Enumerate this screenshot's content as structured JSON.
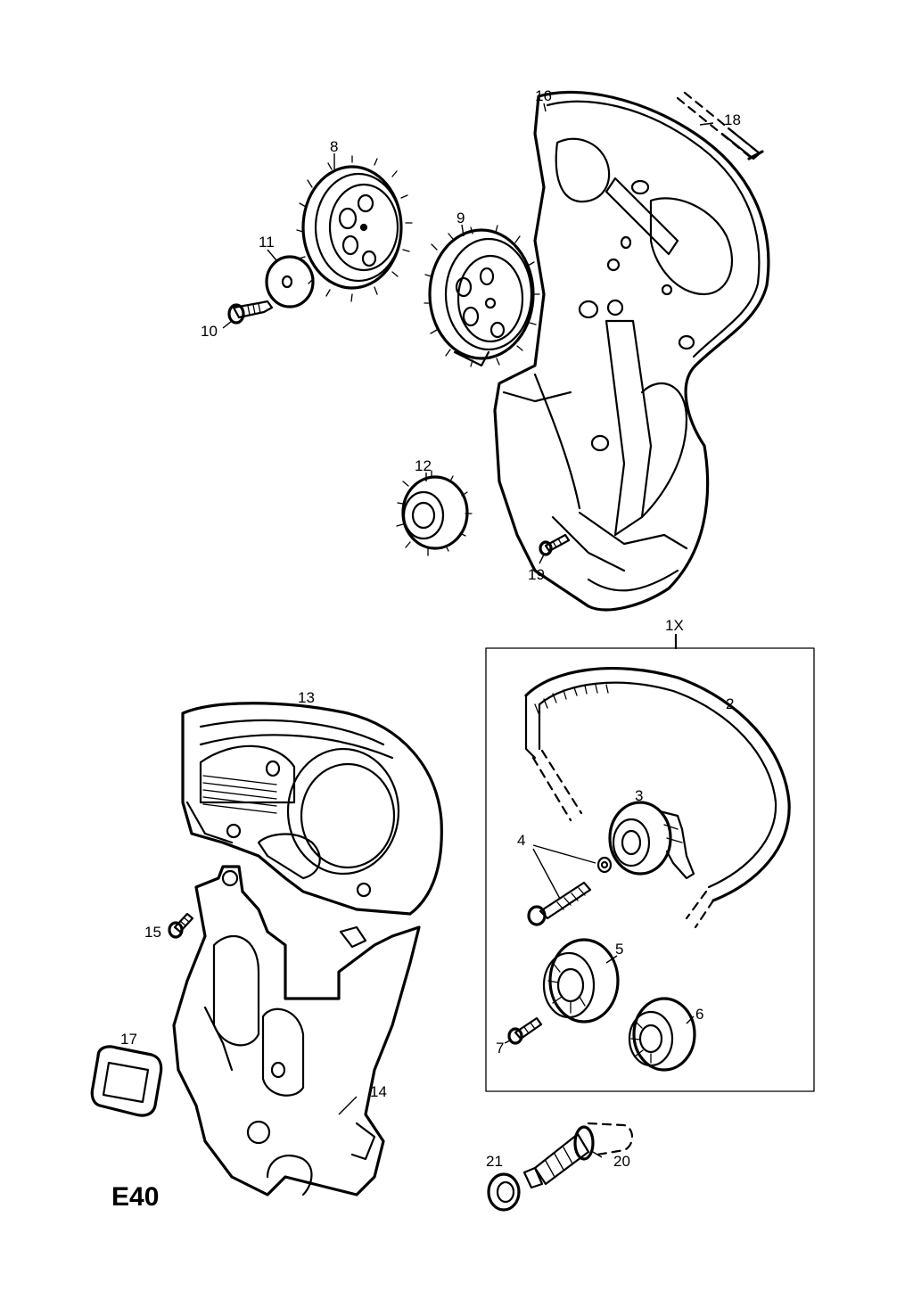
{
  "diagram_code": "E40",
  "callouts": {
    "c1x": "1X",
    "c2": "2",
    "c3": "3",
    "c4": "4",
    "c5": "5",
    "c6": "6",
    "c7": "7",
    "c8": "8",
    "c9": "9",
    "c10": "10",
    "c11": "11",
    "c12": "12",
    "c13": "13",
    "c14": "14",
    "c15": "15",
    "c16": "16",
    "c17": "17",
    "c18": "18",
    "c19": "19",
    "c20": "20",
    "c21": "21"
  }
}
